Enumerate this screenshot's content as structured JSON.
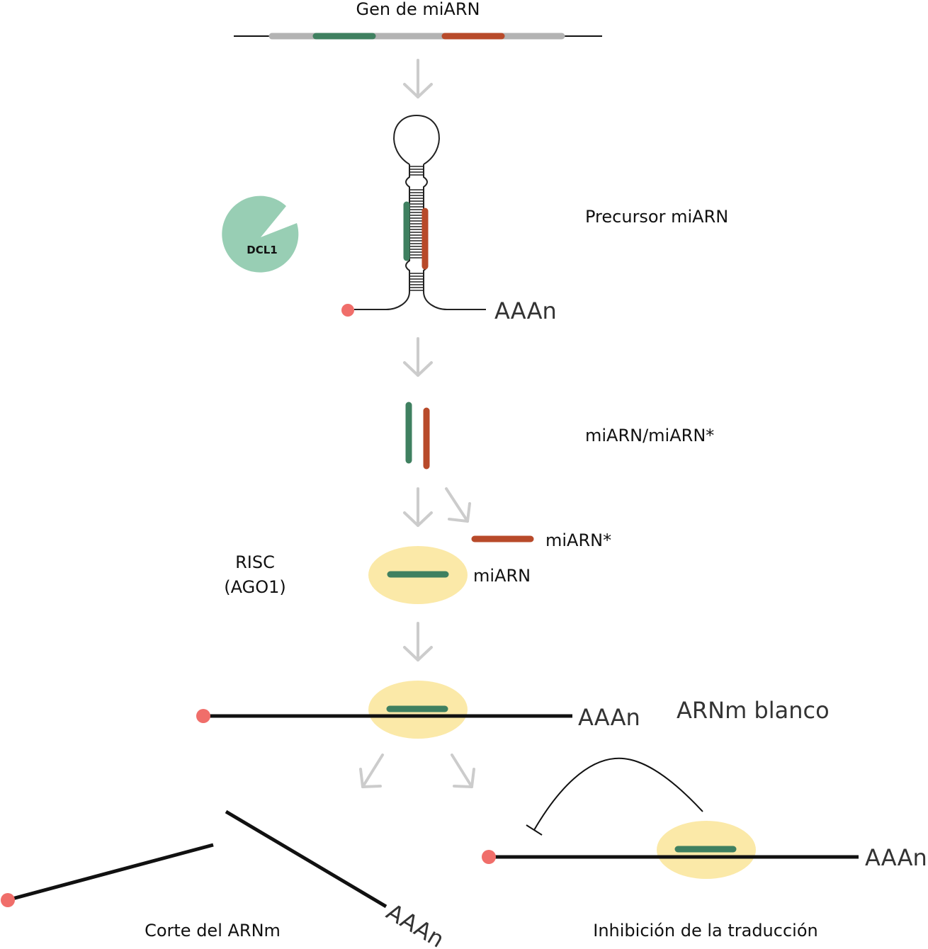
{
  "labels": {
    "gene": "Gen de miARN",
    "precursor": "Precursor miARN",
    "dcl1": "DCL1",
    "poly_a": "AAAn",
    "duplex": "miARN/miARN*",
    "mirna_star": "miARN*",
    "risc_line1": "RISC",
    "risc_line2": "(AGO1)",
    "mirna": "miARN",
    "target": "ARNm blanco",
    "cleavage": "Corte del ARNm",
    "inhibition": "Inhibición de la traducción"
  },
  "colors": {
    "mirna": "#3f8060",
    "mirna_star": "#b84a2a",
    "gene_body": "#b3b3b3",
    "arrow": "#cccccc",
    "cap": "#f06e6a",
    "risc": "#fbe9a8",
    "dcl1": "#98ceb4",
    "line": "#111111"
  },
  "icons": {
    "dcl1": "pacman-enzyme-icon",
    "cap": "cap-dot-icon",
    "arrow": "down-arrow-icon",
    "inhibition": "t-bar-inhibition-icon"
  }
}
